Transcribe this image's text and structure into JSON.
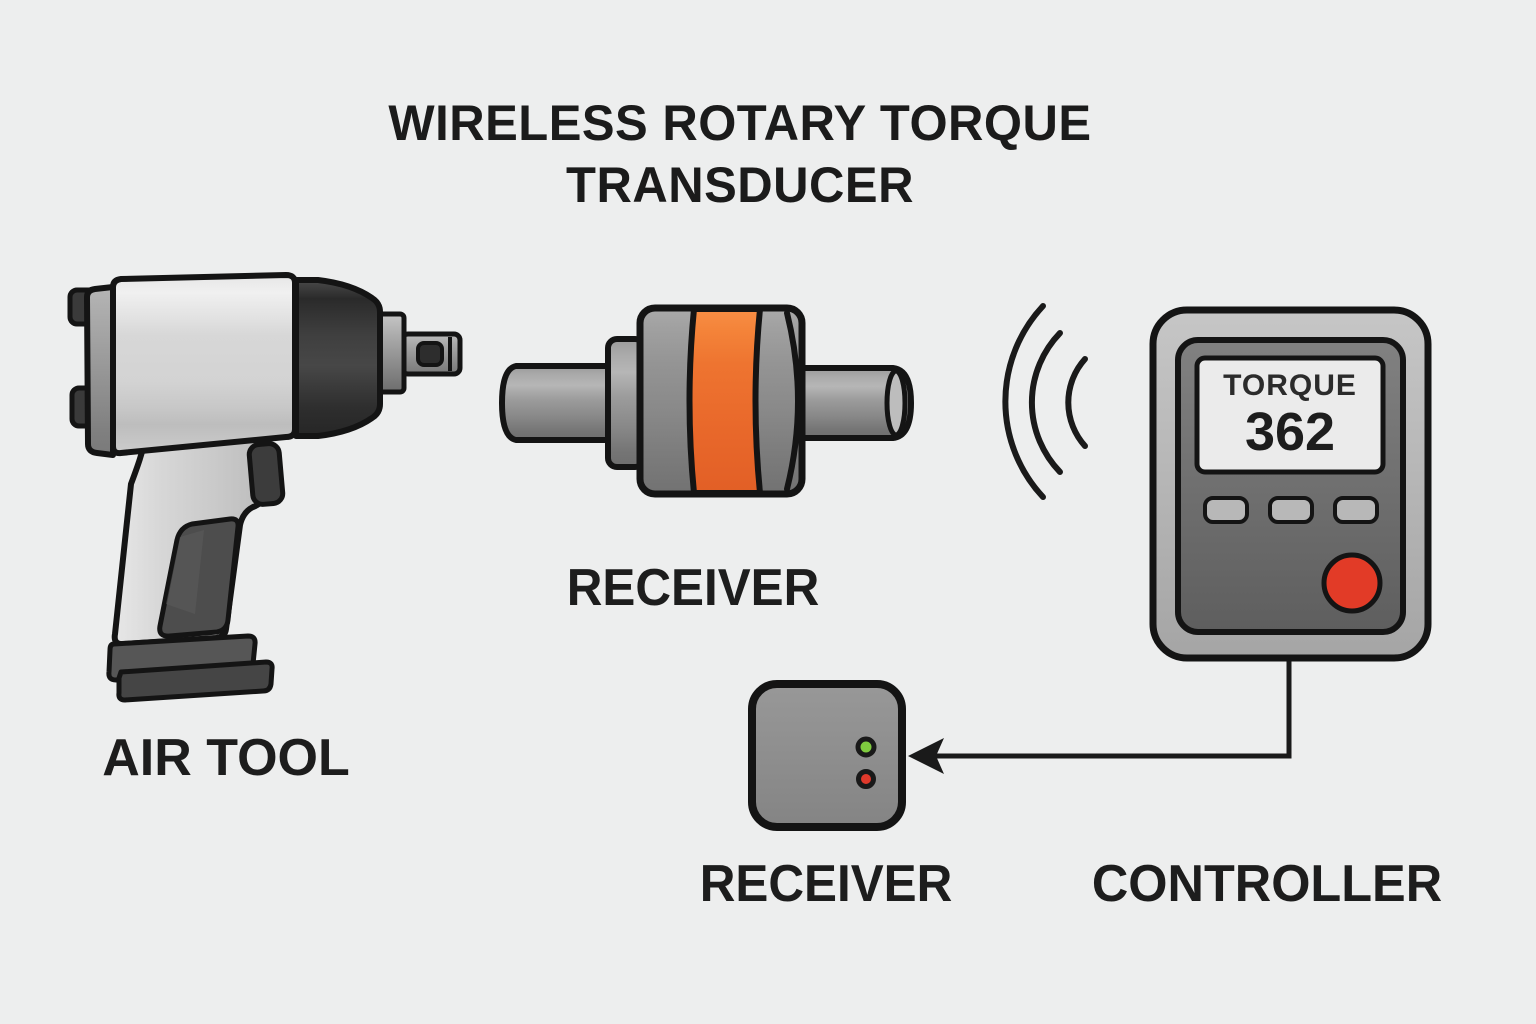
{
  "title": {
    "line1": "WIRELESS ROTARY TORQUE",
    "line2": "TRANSDUCER"
  },
  "air_tool": {
    "label": "AIR TOOL"
  },
  "transducer": {
    "label": "RECEIVER",
    "band_color": "#ee7430"
  },
  "wireless": {
    "arc_count": 3
  },
  "controller": {
    "label": "CONTROLLER",
    "display": {
      "title": "TORQUE",
      "value": "362"
    },
    "button_count": 3,
    "power_button_color": "#e23b27"
  },
  "receiver_unit": {
    "label": "RECEIVER",
    "leds": [
      {
        "name": "status-led-green",
        "color": "#7fcb3f"
      },
      {
        "name": "status-led-red",
        "color": "#e0392b"
      }
    ]
  },
  "colors": {
    "background": "#edeeee",
    "outline": "#141414",
    "text": "#1d1d1d"
  }
}
